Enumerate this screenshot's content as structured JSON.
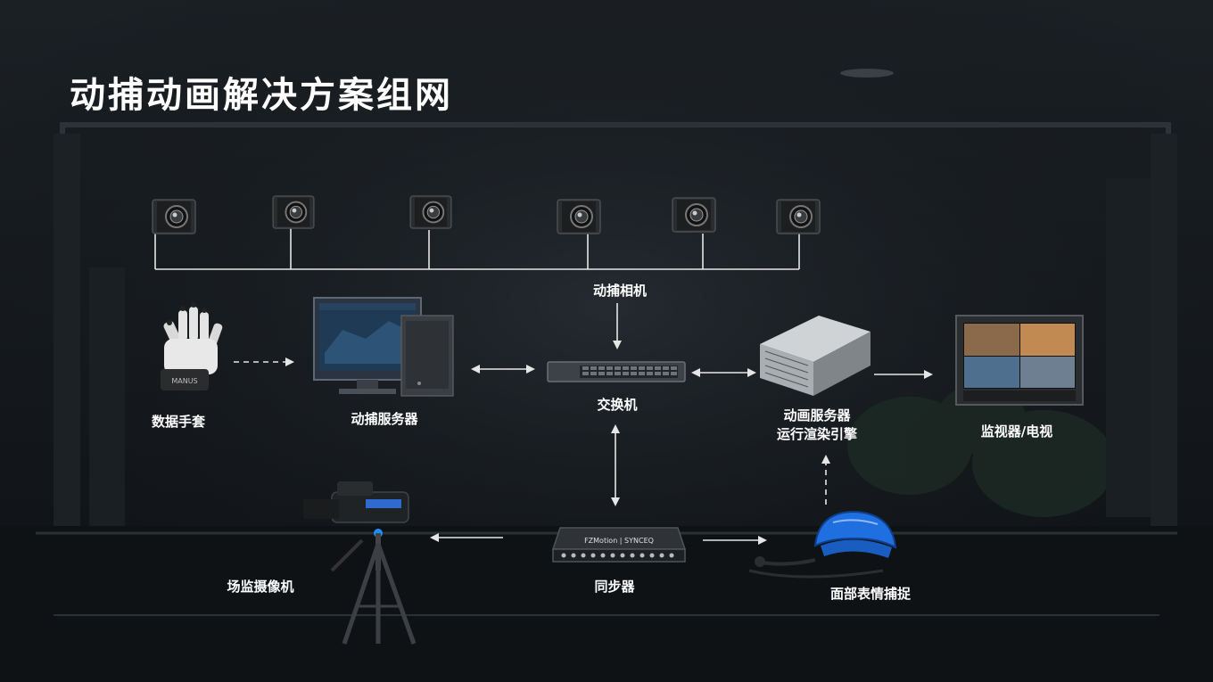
{
  "title": "动捕动画解决方案组网",
  "nodes": {
    "cameras": "动捕相机",
    "switch": "交换机",
    "glove": "数据手套",
    "mocap_server": "动捕服务器",
    "anim_server_line1": "动画服务器",
    "anim_server_line2": "运行渲染引擎",
    "monitor": "监视器/电视",
    "field_camera": "场监摄像机",
    "sync": "同步器",
    "face_capture": "面部表情捕捉"
  },
  "device_marks": {
    "glove_brand": "MANUS",
    "sync_brand": "FZMotion | SYNCEQ"
  },
  "colors": {
    "title": "#ffffff",
    "label": "#ffffff",
    "line": "#e6e6e6",
    "helmet": "#1f6fe0"
  },
  "icons": [
    "mocap-camera-icon",
    "glove-icon",
    "pc-server-icon",
    "network-switch-icon",
    "rack-server-icon",
    "monitor-icon",
    "video-camera-icon",
    "sync-box-icon",
    "face-capture-helmet-icon"
  ]
}
